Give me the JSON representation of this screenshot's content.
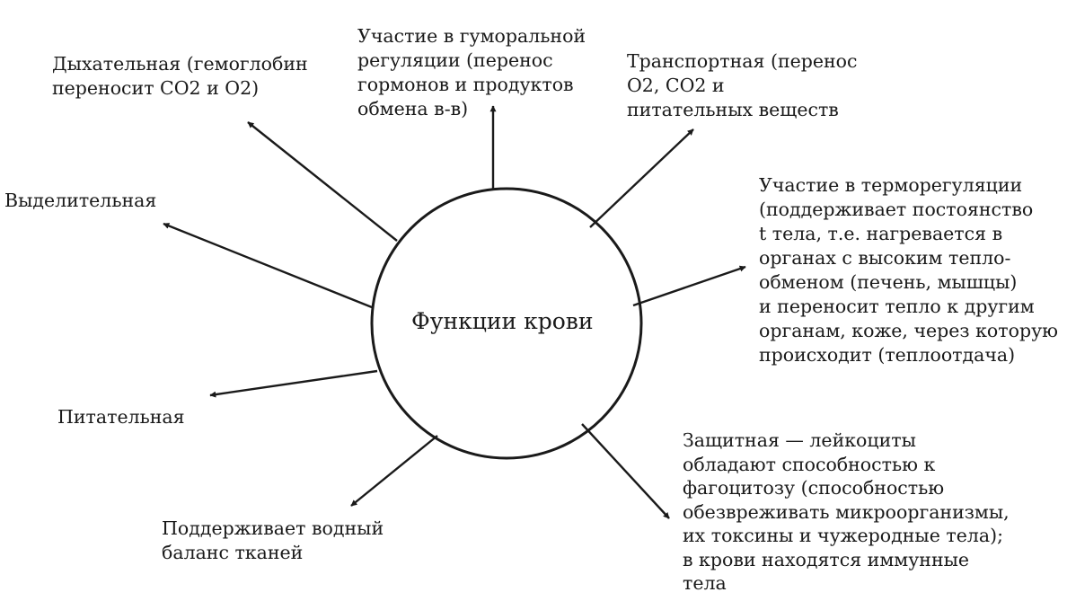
{
  "center": {
    "label": "Функции крови"
  },
  "functions": {
    "respiratory": "Дыхательная (гемоглобин\nпереносит СО2 и О2)",
    "humoral": "Участие в гуморальной\nрегуляции (перенос\nгормонов и продуктов\nобмена в-в)",
    "transport": "Транспортная (перенос\nО2, СО2 и\nпитательных веществ",
    "excretory": "Выделительная",
    "thermoregulation": "Участие в терморегуляции\n(поддерживает постоянство\nt тела, т.е. нагревается в\nорганах с высоким тепло-\nобменом (печень, мышцы)\nи переносит тепло к другим\nорганам, коже, через которую\nпроисходит (теплоотдача)",
    "nutritive": "Питательная",
    "water_balance": "Поддерживает водный\nбаланс тканей",
    "protective": "Защитная — лейкоциты\nобладают способностью к\nфагоцитозу (способностью\nобезвреживать микроорганизмы,\nих токсины и чужеродные тела);\nв крови находятся иммунные\nтела"
  },
  "colors": {
    "ink": "#1a1a1a",
    "background": "#ffffff"
  }
}
